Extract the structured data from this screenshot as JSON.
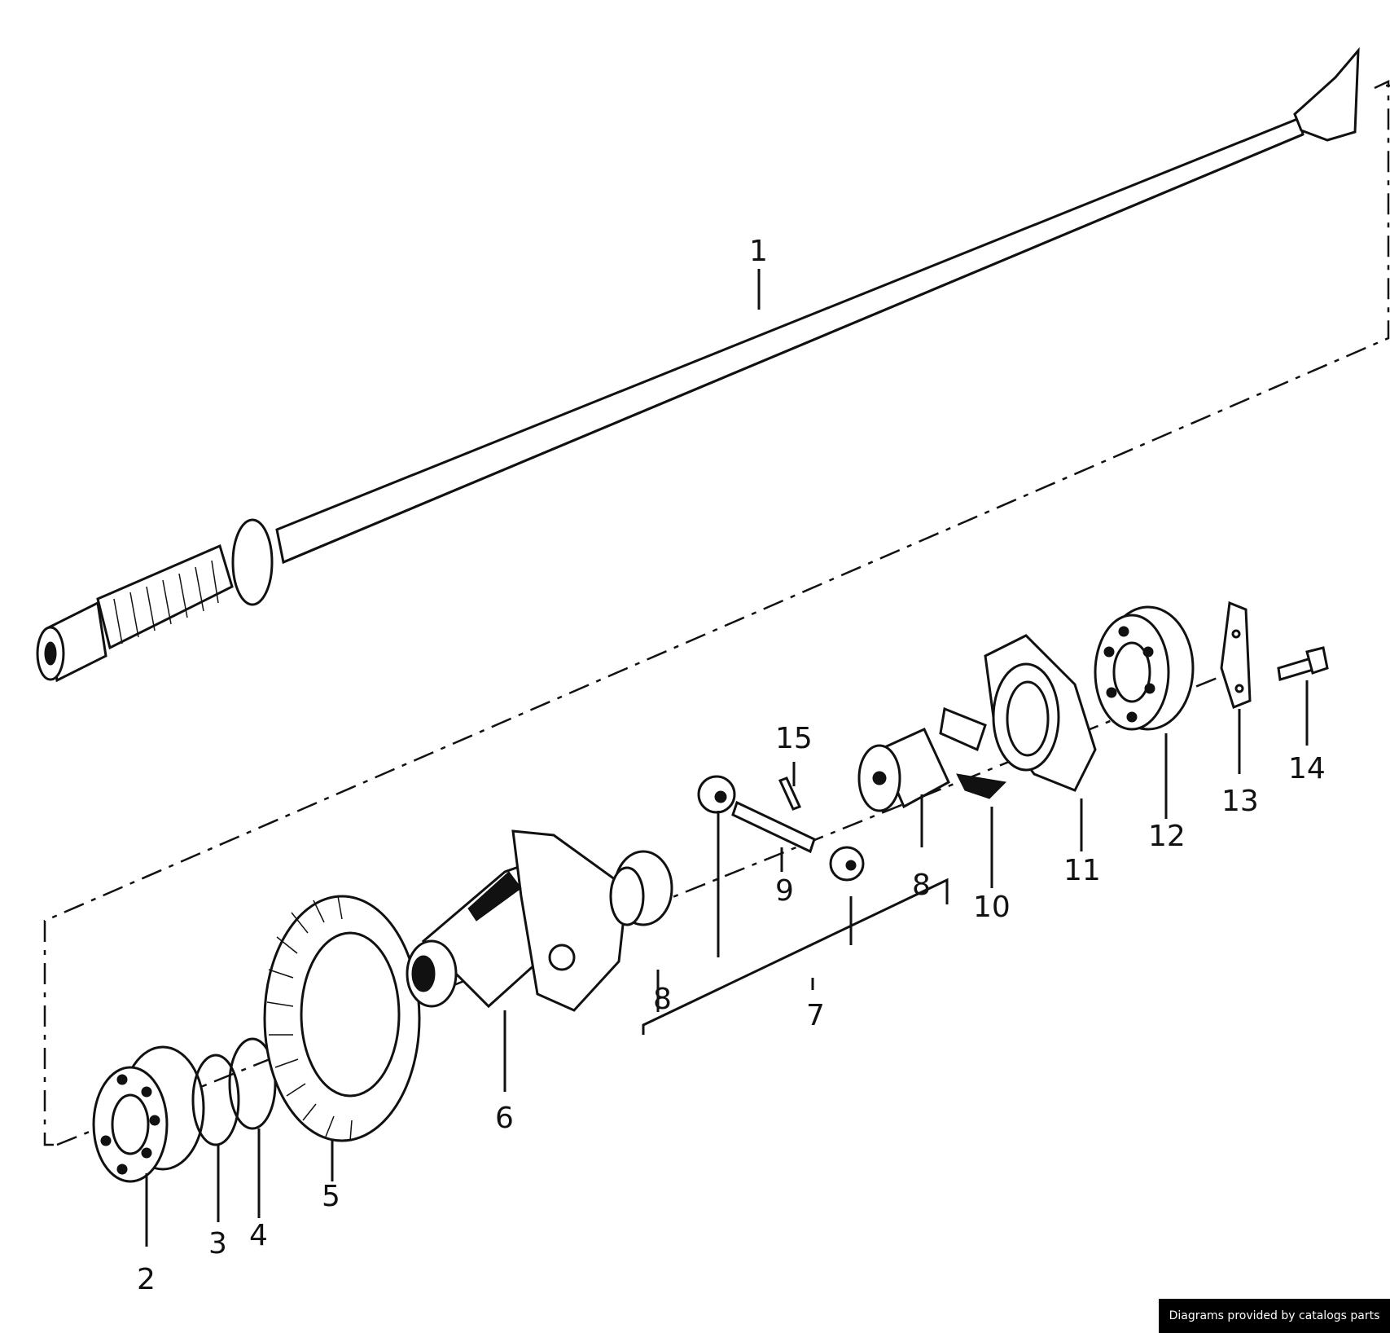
{
  "diagram": {
    "callouts": [
      {
        "id": "1",
        "label": "1"
      },
      {
        "id": "2",
        "label": "2"
      },
      {
        "id": "3",
        "label": "3"
      },
      {
        "id": "4",
        "label": "4"
      },
      {
        "id": "5",
        "label": "5"
      },
      {
        "id": "6",
        "label": "6"
      },
      {
        "id": "7",
        "label": "7"
      },
      {
        "id": "8a",
        "label": "8"
      },
      {
        "id": "8b",
        "label": "8"
      },
      {
        "id": "9",
        "label": "9"
      },
      {
        "id": "10",
        "label": "10"
      },
      {
        "id": "11",
        "label": "11"
      },
      {
        "id": "12",
        "label": "12"
      },
      {
        "id": "13",
        "label": "13"
      },
      {
        "id": "14",
        "label": "14"
      },
      {
        "id": "15",
        "label": "15"
      }
    ]
  },
  "footer": {
    "credit": "Diagrams provided by catalogs parts"
  }
}
